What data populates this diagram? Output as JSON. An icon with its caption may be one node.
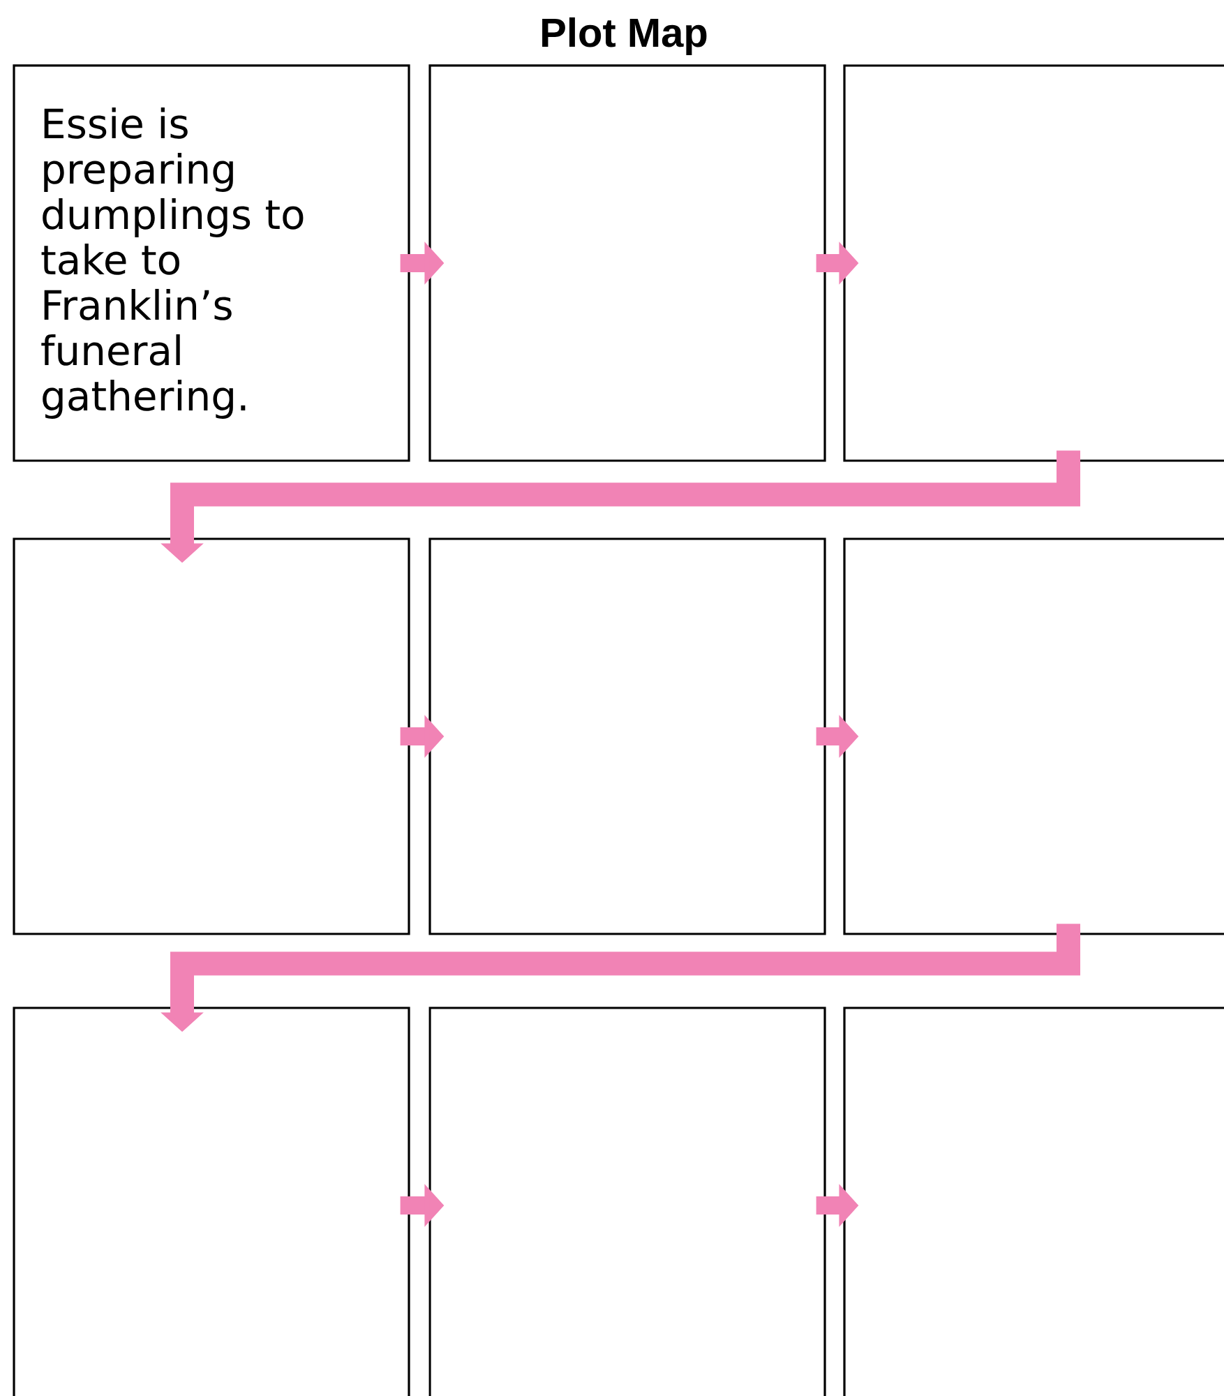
{
  "diagram": {
    "title": "Plot Map",
    "nodes": [
      {
        "text": [
          "Essie is preparing dumplings to take to Franklin’s funeral gathering."
        ]
      },
      {
        "text": [],
        "shape": "box"
      },
      {
        "text": [],
        "shape": "box"
      },
      {
        "text": [],
        "shape": "box"
      },
      {
        "text": [],
        "shape": "box"
      },
      {
        "text": [],
        "shape": "box"
      },
      {
        "text": [],
        "shape": "box"
      },
      {
        "text": [],
        "shape": "box"
      },
      {
        "text": [],
        "shape": "box"
      }
    ],
    "edges": [
      {
        "from": 0,
        "to": 1,
        "arrow": "to"
      },
      {
        "from": 1,
        "to": 2,
        "arrow": "to"
      },
      {
        "from": 2,
        "to": 3,
        "arrow": "to"
      },
      {
        "from": 3,
        "to": 4,
        "arrow": "to"
      },
      {
        "from": 4,
        "to": 5,
        "arrow": "to"
      },
      {
        "from": 5,
        "to": 6,
        "arrow": "to"
      },
      {
        "from": 6,
        "to": 7,
        "arrow": "to"
      },
      {
        "from": 7,
        "to": 8,
        "arrow": "to"
      }
    ]
  }
}
